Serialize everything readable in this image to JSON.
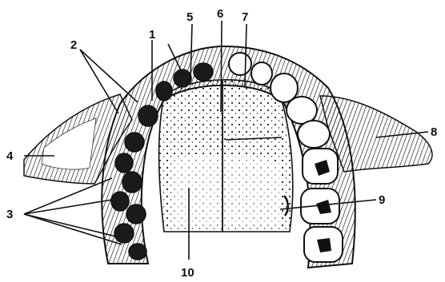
{
  "diagram": {
    "labels": [
      {
        "id": "1",
        "text": "1"
      },
      {
        "id": "2",
        "text": "2"
      },
      {
        "id": "3",
        "text": "3"
      },
      {
        "id": "4",
        "text": "4"
      },
      {
        "id": "5",
        "text": "5"
      },
      {
        "id": "6",
        "text": "6"
      },
      {
        "id": "7",
        "text": "7"
      },
      {
        "id": "8",
        "text": "8"
      },
      {
        "id": "9",
        "text": "9"
      },
      {
        "id": "10",
        "text": "10"
      }
    ],
    "colors": {
      "ink": "#111111",
      "paper": "#ffffff",
      "shade": "#2a2a2a"
    }
  }
}
